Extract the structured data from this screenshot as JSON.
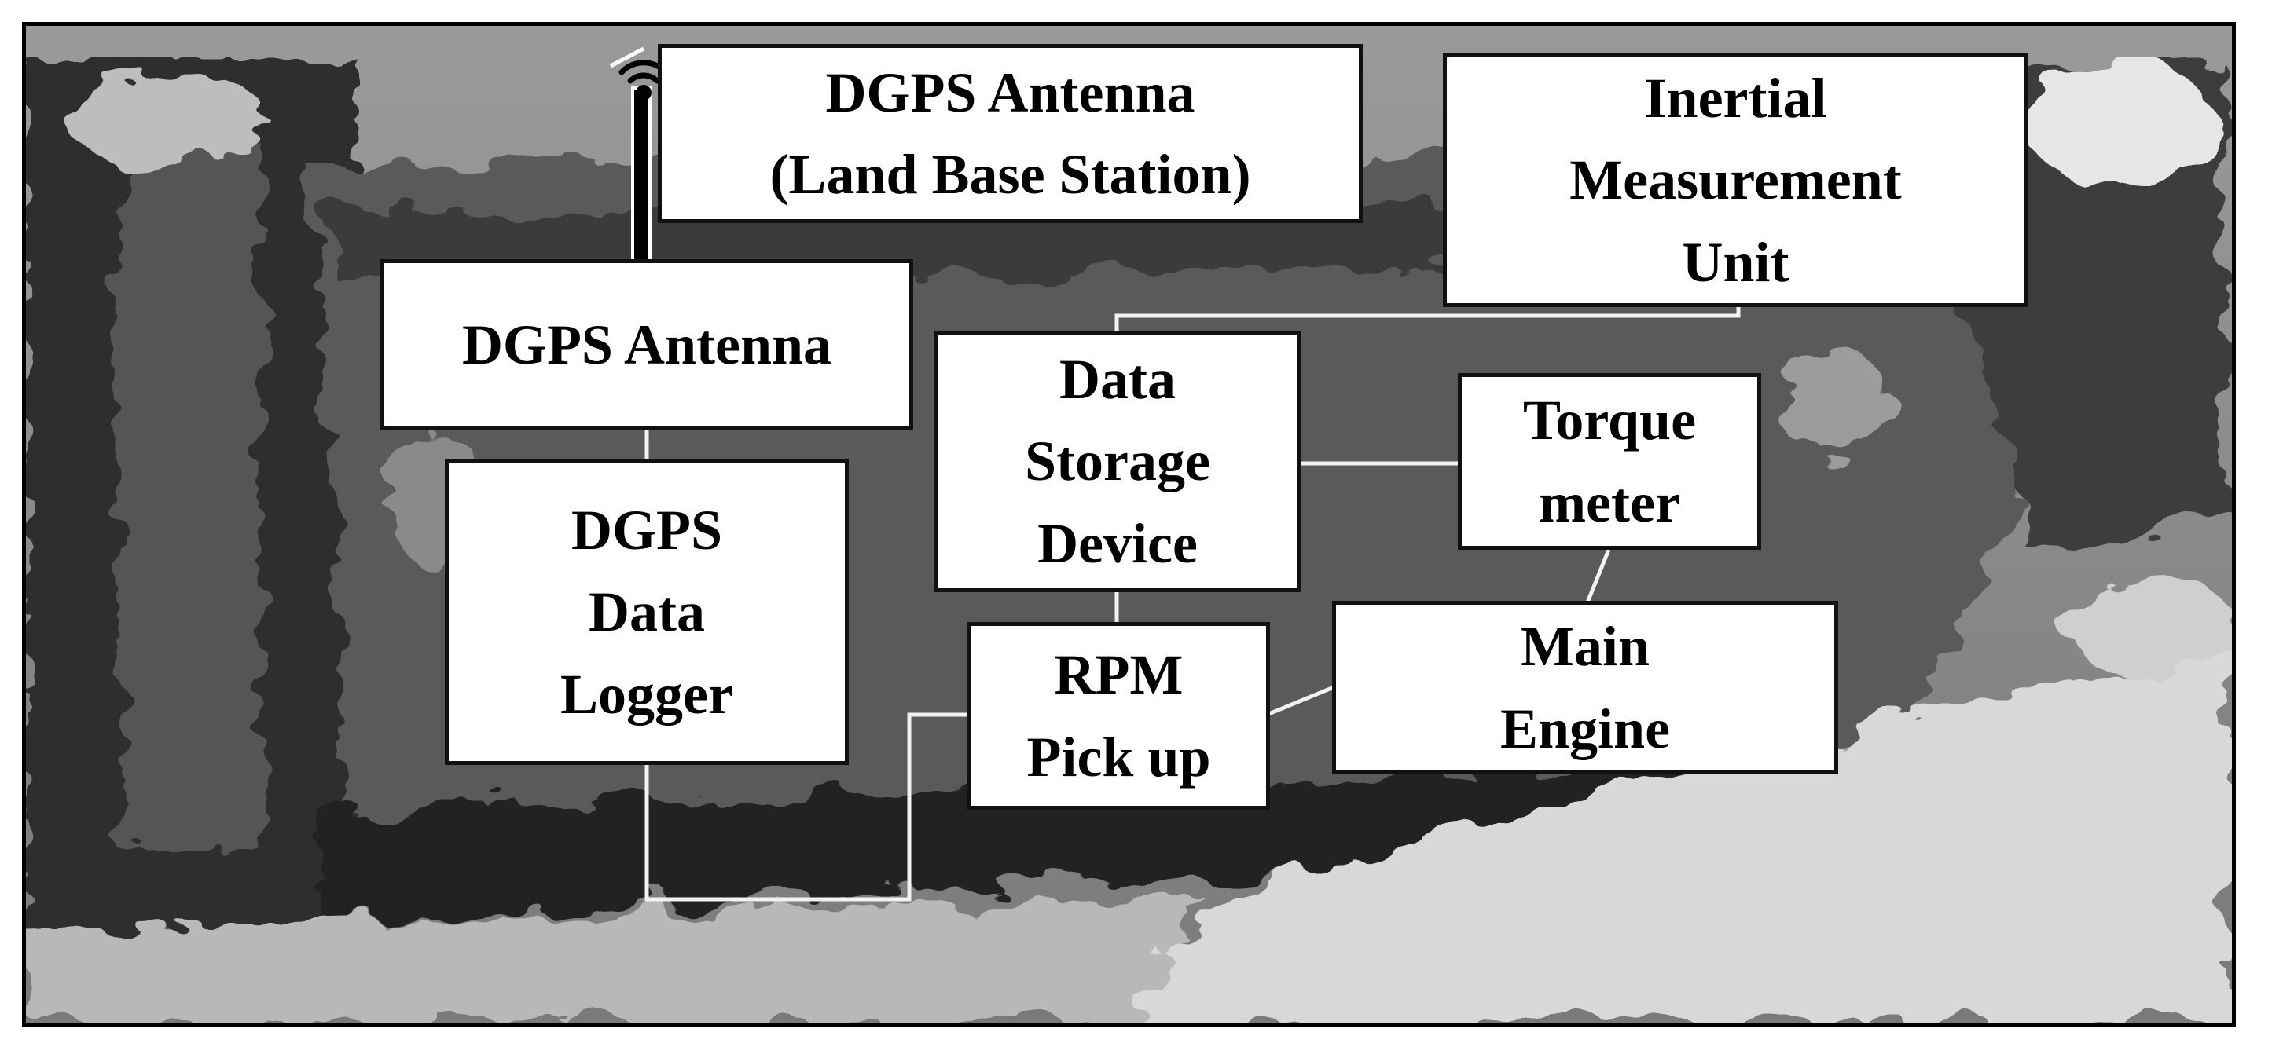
{
  "diagram": {
    "colors": {
      "box_fill": "#ffffff",
      "box_border": "#111111",
      "wire": "#f2f2f2",
      "frame": "#000000"
    },
    "icons": {
      "antenna": "wifi-broadcast-icon"
    },
    "boxes": {
      "dgps_antenna_base": "DGPS Antenna\n(Land Base Station)",
      "inertial_measurement_unit": "Inertial\nMeasurement\nUnit",
      "dgps_antenna": "DGPS Antenna",
      "data_storage_device": "Data\nStorage\nDevice",
      "torque_meter": "Torque\nmeter",
      "dgps_data_logger": "DGPS\nData\nLogger",
      "rpm_pickup": "RPM\nPick up",
      "main_engine": "Main\nEngine"
    }
  }
}
